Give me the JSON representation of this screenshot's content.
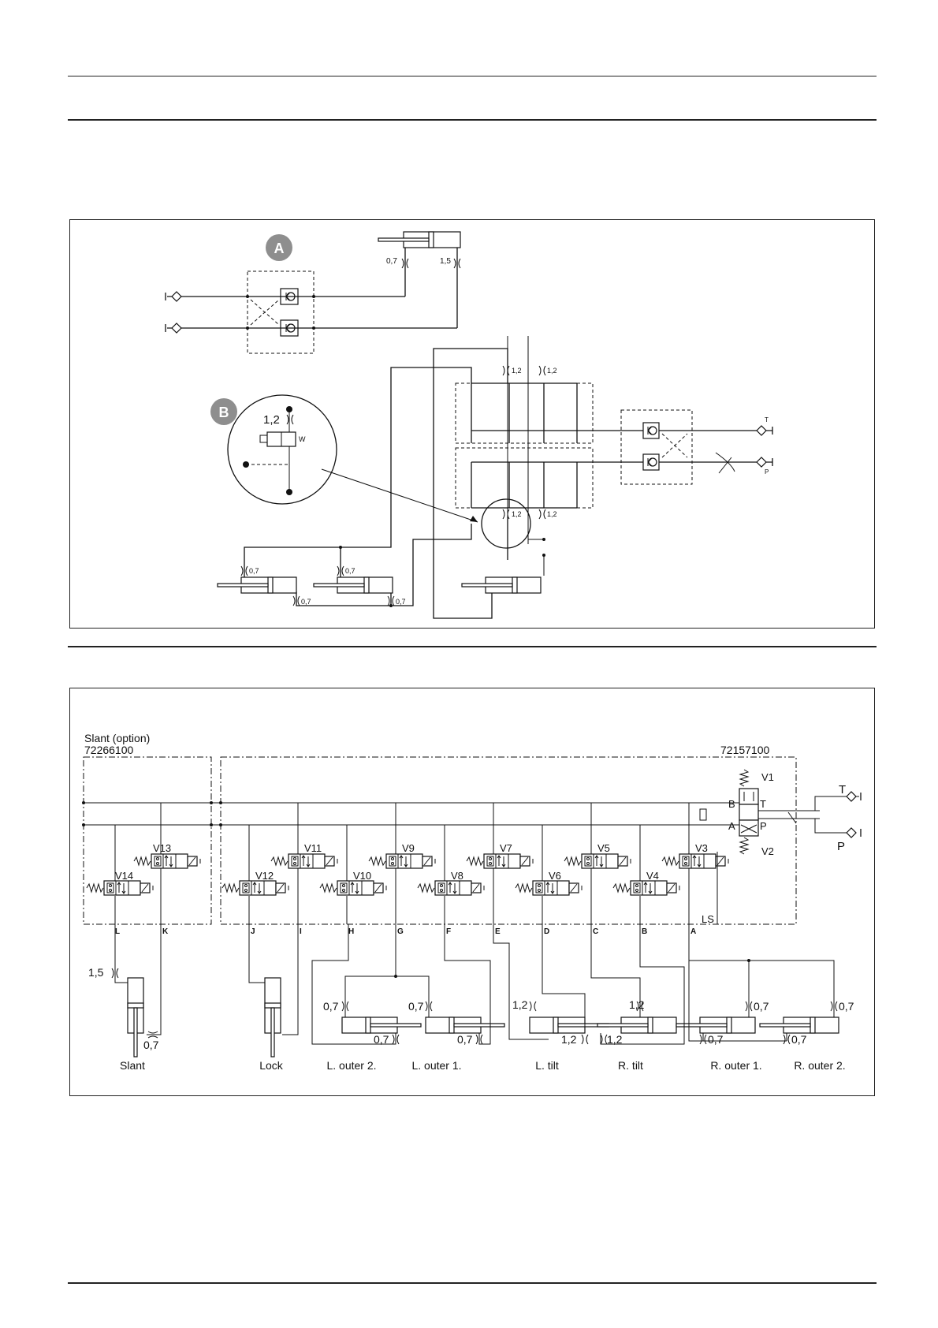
{
  "diagram1": {
    "badge_a": "A",
    "badge_b": "B",
    "orifices": [
      "0,7",
      "1,5",
      "1,2",
      "1,2",
      "1,2",
      "1,2",
      "0,7",
      "0,7",
      "0,7",
      "0,7"
    ],
    "detail_orifice": "1,2",
    "detail_w": "W",
    "port_t": "T",
    "port_p": "P"
  },
  "diagram2": {
    "slant_title": "Slant (option)",
    "slant_part": "72266100",
    "main_part": "72157100",
    "valves": [
      "V1",
      "V2",
      "V3",
      "V4",
      "V5",
      "V6",
      "V7",
      "V8",
      "V9",
      "V10",
      "V11",
      "V12",
      "V13",
      "V14"
    ],
    "ports": [
      "L",
      "K",
      "J",
      "I",
      "H",
      "G",
      "F",
      "E",
      "D",
      "C",
      "B",
      "A"
    ],
    "ls_label": "LS",
    "side_labels": {
      "b": "B",
      "t": "T",
      "a": "A",
      "p": "P"
    },
    "out_t": "T",
    "out_p": "P",
    "orifices": [
      "1,5",
      "0,7",
      "0,7",
      "0,7",
      "0,7",
      "0,7",
      "1,2",
      "1,2",
      "1,2",
      "1,2",
      "0,7",
      "0,7",
      "0,7",
      "0,7"
    ],
    "cylinders": [
      "Slant",
      "Lock",
      "L. outer 2.",
      "L. outer 1.",
      "L. tilt",
      "R. tilt",
      "R. outer 1.",
      "R. outer 2."
    ]
  }
}
